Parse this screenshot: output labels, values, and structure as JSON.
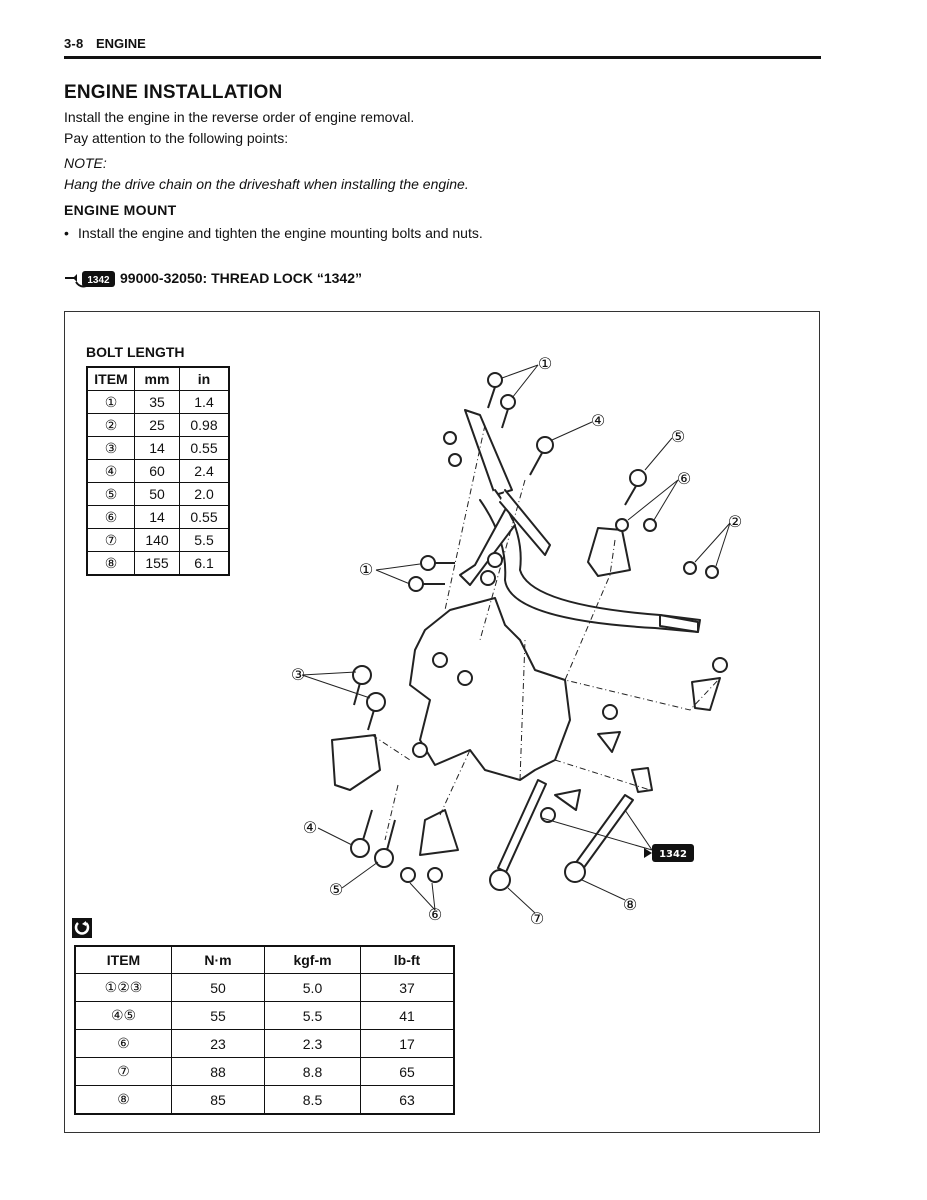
{
  "header": {
    "page_number": "3-8",
    "section": "ENGINE"
  },
  "title": "ENGINE INSTALLATION",
  "intro": [
    "Install the engine in the reverse order of engine removal.",
    "Pay attention to the following points:"
  ],
  "note": {
    "heading": "NOTE:",
    "text": "Hang the drive chain on the driveshaft when installing the engine."
  },
  "engine_mount": {
    "heading": "ENGINE  MOUNT",
    "bullet": "Install the engine and tighten the engine mounting bolts and nuts."
  },
  "thread_lock": {
    "icon_label": "1342",
    "text": "99000-32050: THREAD LOCK “1342”"
  },
  "bolt_length": {
    "title": "BOLT LENGTH",
    "headers": [
      "ITEM",
      "mm",
      "in"
    ],
    "rows": [
      [
        "①",
        "35",
        "1.4"
      ],
      [
        "②",
        "25",
        "0.98"
      ],
      [
        "③",
        "14",
        "0.55"
      ],
      [
        "④",
        "60",
        "2.4"
      ],
      [
        "⑤",
        "50",
        "2.0"
      ],
      [
        "⑥",
        "14",
        "0.55"
      ],
      [
        "⑦",
        "140",
        "5.5"
      ],
      [
        "⑧",
        "155",
        "6.1"
      ]
    ]
  },
  "torque": {
    "icon_name": "torque-wrench-icon",
    "headers": [
      "ITEM",
      "N·m",
      "kgf-m",
      "lb-ft"
    ],
    "rows": [
      [
        "①②③",
        "50",
        "5.0",
        "37"
      ],
      [
        "④⑤",
        "55",
        "5.5",
        "41"
      ],
      [
        "⑥",
        "23",
        "2.3",
        "17"
      ],
      [
        "⑦",
        "88",
        "8.8",
        "65"
      ],
      [
        "⑧",
        "85",
        "8.5",
        "63"
      ]
    ]
  },
  "diagram": {
    "callouts": {
      "c1": "①",
      "c2": "②",
      "c3": "③",
      "c4": "④",
      "c5": "⑤",
      "c6": "⑥",
      "c7": "⑦",
      "c8": "⑧"
    },
    "thread_lock_tag": "1342"
  }
}
